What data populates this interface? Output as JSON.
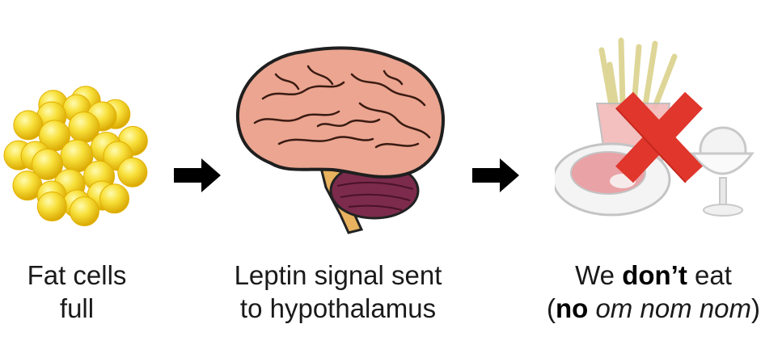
{
  "steps": [
    {
      "line1": "Fat cells",
      "line2": "full",
      "icon": "fat-cells-icon"
    },
    {
      "line1": "Leptin signal sent",
      "line2": "to hypothalamus",
      "icon": "brain-icon"
    },
    {
      "line1_pre": "We ",
      "line1_bold": "don’t",
      "line1_post": " eat",
      "line2_open": "(",
      "line2_bold": "no",
      "line2_space": " ",
      "line2_italic": "om nom nom",
      "line2_close": ")",
      "icon": "food-crossed-out-icon"
    }
  ],
  "arrows": [
    "right-arrow-icon",
    "right-arrow-icon"
  ],
  "colors": {
    "fat": "#f5d418",
    "brain": "#e9a48e",
    "cerebellum": "#7a2a4a",
    "brainstem": "#e7b25e",
    "cross": "#e53a2f",
    "arrow": "#000000"
  }
}
